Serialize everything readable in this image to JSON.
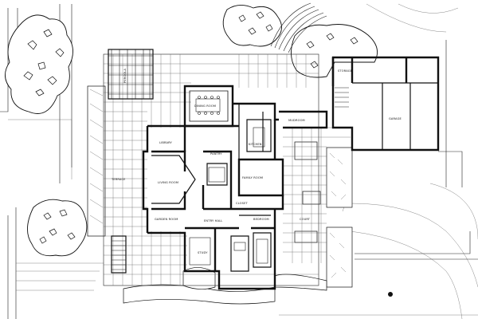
{
  "rooms": {
    "studio": "STORAGE",
    "garage": "GARAGE",
    "dining": "DINING ROOM",
    "library": "LIBRARY",
    "kitchen": "KITCHEN",
    "pantry": "PANTRY",
    "family": "FAMILY ROOM",
    "living": "LIVING ROOM",
    "terrace": "TERRACE",
    "garden_room": "GARDEN ROOM",
    "entry_hall": "ENTRY HALL",
    "closet": "CLOSET",
    "study": "STUDY",
    "bedroom": "BEDROOM",
    "court": "COURT",
    "pergola": "PERGOLA",
    "mudroom": "MUDROOM"
  }
}
